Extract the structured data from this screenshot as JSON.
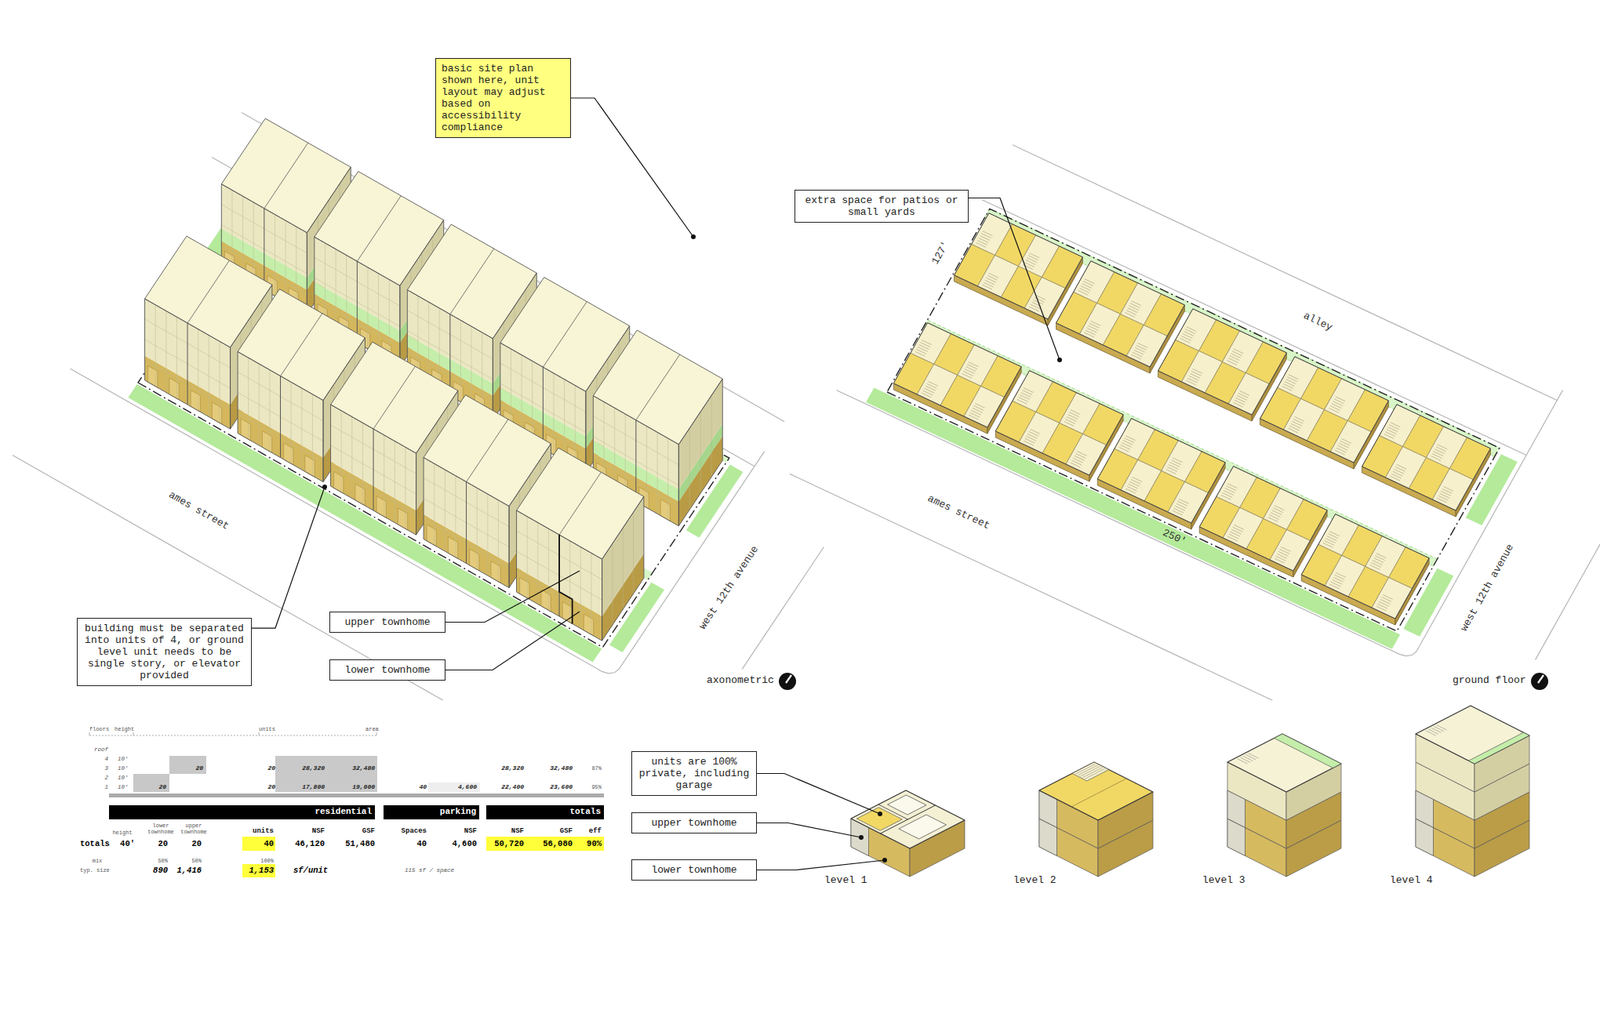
{
  "diagram": {
    "nodes": [
      {
        "text": [
          "basic site plan shown here, unit layout may adjust based on accessibility compliance"
        ]
      },
      {
        "text": [
          "extra space for patios or small yards"
        ]
      },
      {
        "text": [
          "upper townhome"
        ]
      },
      {
        "text": [
          "building must be separated into units of 4, or ground level unit needs to be single story, or elevator provided"
        ]
      },
      {
        "text": [
          "lower townhome"
        ]
      },
      {
        "text": [
          "units are 100% private, including garage"
        ]
      },
      {
        "text": [
          "upper townhome"
        ]
      },
      {
        "text": [
          "lower townhome"
        ]
      }
    ],
    "labels": [
      "ames street",
      "west 12th avenue",
      "axonometric",
      "ames street",
      "250'",
      "west 12th avenue",
      "127'",
      "alley",
      "ground floor",
      "level 1",
      "level 2",
      "level 3",
      "level 4",
      "floors",
      "height",
      "units",
      "area",
      "roof",
      "4",
      "10'",
      "3",
      "10'",
      "20",
      "20",
      "28,320",
      "32,480",
      "28,320",
      "32,480",
      "87%",
      "2",
      "10'",
      "1",
      "10'",
      "20",
      "20",
      "17,800",
      "19,000",
      "40",
      "4,600",
      "22,400",
      "23,600",
      "95%",
      "residential",
      "parking",
      "totals",
      "height",
      "lower townhome",
      "upper townhome",
      "units",
      "NSF",
      "GSF",
      "Spaces",
      "NSF",
      "NSF",
      "GSF",
      "eff",
      "totals",
      "40'",
      "20",
      "20",
      "40",
      "46,120",
      "51,480",
      "40",
      "4,600",
      "50,720",
      "56,080",
      "90%",
      "mix",
      "50%",
      "50%",
      "100%",
      "typ. size",
      "890",
      "1,416",
      "1,153",
      "sf/unit",
      "115 sf / space"
    ]
  }
}
